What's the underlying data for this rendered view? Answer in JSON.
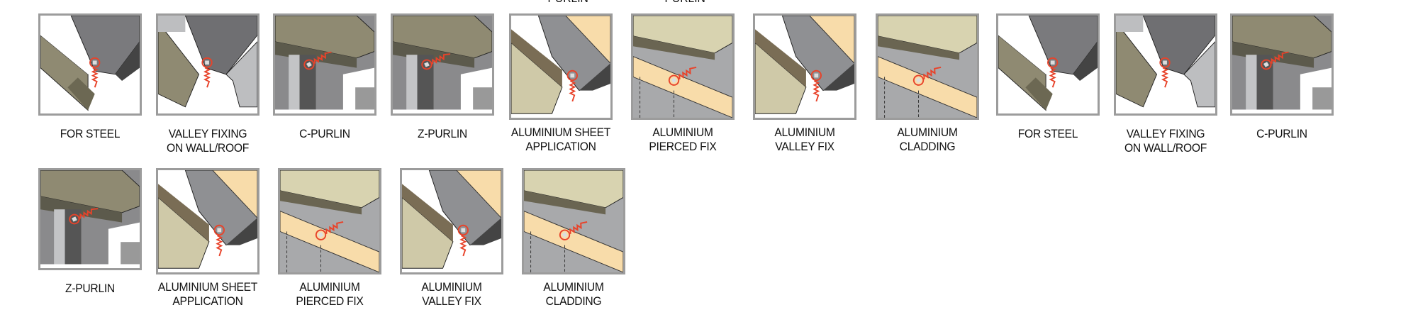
{
  "cut_off_labels": [
    "PURLIN",
    "PURLIN"
  ],
  "colors": {
    "screw": "#e8432a",
    "purlin": "#8f8a72",
    "sheet": "#6f6f72",
    "insulation": "#f8dcaa",
    "frame": "#9c9c9c"
  },
  "rows": [
    [
      {
        "variant": "steel",
        "lines": [
          "FOR STEEL"
        ]
      },
      {
        "variant": "valley",
        "lines": [
          "VALLEY FIXING",
          "ON WALL/ROOF"
        ]
      },
      {
        "variant": "cpurlin",
        "lines": [
          "C-PURLIN"
        ]
      },
      {
        "variant": "zpurlin",
        "lines": [
          "Z-PURLIN"
        ]
      },
      {
        "variant": "alu-sheet",
        "lines": [
          "ALUMINIUM SHEET",
          "APPLICATION"
        ]
      },
      {
        "variant": "alu-pierced",
        "lines": [
          "ALUMINIUM",
          "PIERCED FIX"
        ]
      },
      {
        "variant": "alu-valley",
        "lines": [
          "ALUMINIUM",
          "VALLEY FIX"
        ]
      },
      {
        "variant": "alu-cladding",
        "lines": [
          "ALUMINIUM",
          "CLADDING"
        ]
      },
      {
        "variant": "steel",
        "lines": [
          "FOR STEEL"
        ]
      },
      {
        "variant": "valley",
        "lines": [
          "VALLEY FIXING",
          "ON WALL/ROOF"
        ]
      },
      {
        "variant": "cpurlin",
        "lines": [
          "C-PURLIN"
        ]
      }
    ],
    [
      {
        "variant": "zpurlin",
        "lines": [
          "Z-PURLIN"
        ]
      },
      {
        "variant": "alu-sheet",
        "lines": [
          "ALUMINIUM SHEET",
          "APPLICATION"
        ]
      },
      {
        "variant": "alu-pierced",
        "lines": [
          "ALUMINIUM",
          "PIERCED FIX"
        ]
      },
      {
        "variant": "alu-valley",
        "lines": [
          "ALUMINIUM",
          "VALLEY FIX"
        ]
      },
      {
        "variant": "alu-cladding",
        "lines": [
          "ALUMINIUM",
          "CLADDING"
        ]
      }
    ]
  ]
}
